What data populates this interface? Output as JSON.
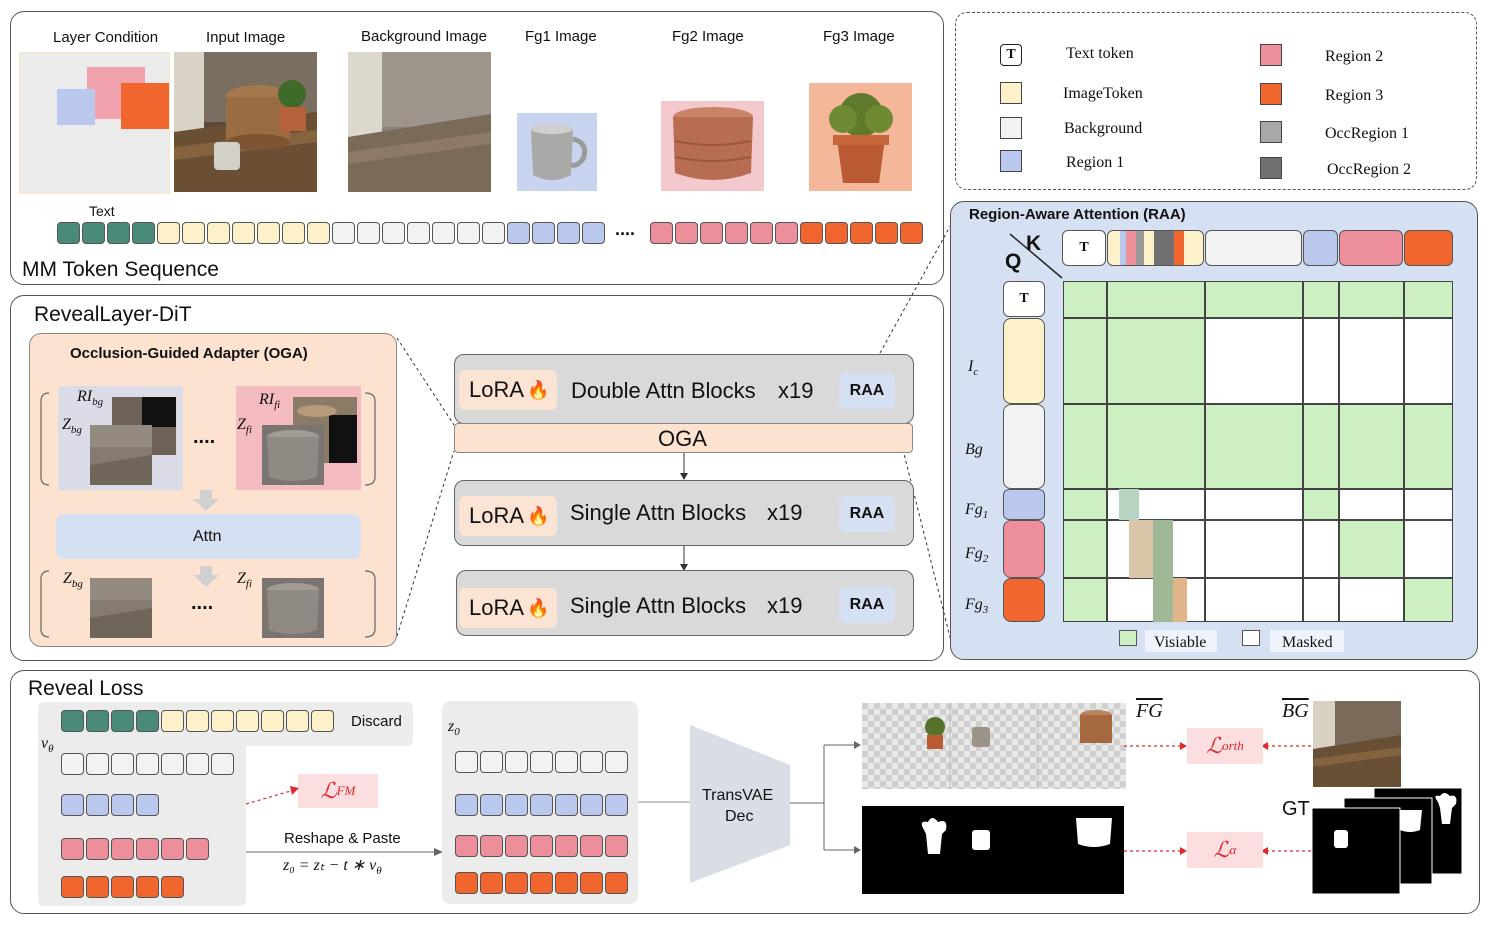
{
  "top": {
    "section_title": "MM Token Sequence",
    "labels": {
      "layer_condition": "Layer Condition",
      "input_image": "Input Image",
      "background_image": "Background Image",
      "fg1_image": "Fg1 Image",
      "fg2_image": "Fg2 Image",
      "fg3_image": "Fg3 Image",
      "text": "Text",
      "ellipsis": "...."
    }
  },
  "legend": {
    "items": [
      {
        "label": "Text token",
        "color": "#ffffff",
        "icon": "T"
      },
      {
        "label": "ImageToken",
        "color": "#fdf1c9"
      },
      {
        "label": "Background",
        "color": "#f2f2f2"
      },
      {
        "label": "Region 1",
        "color": "#b9c8ec"
      },
      {
        "label": "Region 2",
        "color": "#ec8f9b"
      },
      {
        "label": "Region 3",
        "color": "#f0662e"
      },
      {
        "label": "OccRegion 1",
        "color": "#a8a8a8"
      },
      {
        "label": "OccRegion 2",
        "color": "#707070"
      }
    ]
  },
  "dit": {
    "section_title": "RevealLayer-DiT",
    "oga_title": "Occlusion-Guided Adapter (OGA)",
    "attn_label": "Attn",
    "ellipsis": "....",
    "ri_bg": "RI",
    "ri_bg_sub": "bg",
    "ri_fi": "RI",
    "ri_fi_sub": "fi",
    "z": "Z",
    "z_bg_sub": "bg",
    "z_fi_sub": "fi",
    "blocks": [
      {
        "lora": "LoRA",
        "name": "Double Attn Blocks",
        "count": "x19",
        "raa": "RAA"
      },
      {
        "lora": "LoRA",
        "name": "Single Attn Blocks",
        "count": "x19",
        "raa": "RAA"
      },
      {
        "lora": "LoRA",
        "name": "Single Attn Blocks",
        "count": "x19",
        "raa": "RAA"
      }
    ],
    "oga_bar": "OGA",
    "fire": "🔥"
  },
  "raa": {
    "title": "Region-Aware Attention (RAA)",
    "k": "K",
    "q": "Q",
    "t": "T",
    "rows": [
      {
        "main": "I",
        "sub": "c"
      },
      {
        "main": "Bg",
        "sub": ""
      },
      {
        "main": "Fg",
        "sub": "1"
      },
      {
        "main": "Fg",
        "sub": "2"
      },
      {
        "main": "Fg",
        "sub": "3"
      }
    ],
    "visible_label": "Visiable",
    "masked_label": "Masked",
    "visible_color": "#cdf0c2"
  },
  "loss": {
    "section_title": "Reveal Loss",
    "discard": "Discard",
    "v_theta": "v",
    "v_sub": "θ",
    "l_fm": "ℒ",
    "l_fm_sub": "FM",
    "reshape": "Reshape & Paste",
    "formula": "z₀ = zₜ − t ∗ v",
    "formula_sub": "θ",
    "z0": "z",
    "z0_sub": "0",
    "decoder_line1": "TransVAE",
    "decoder_line2": "Dec",
    "fg_tilde": "FG",
    "bg_tilde": "BG",
    "l_orth": "ℒ",
    "l_orth_sub": "orth",
    "l_alpha": "ℒ",
    "l_alpha_sub": "α",
    "gt": "GT"
  }
}
